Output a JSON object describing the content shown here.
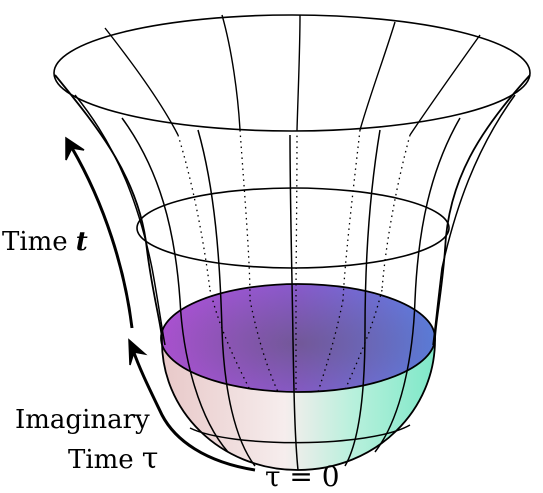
{
  "labels": {
    "time_word": "Time",
    "time_var": "t",
    "imag_line1": "Imaginary",
    "imag_line2_word": "Time",
    "imag_line2_var": "τ",
    "tau_zero": "τ = 0"
  },
  "colors": {
    "stroke": "#000000",
    "cap_left": "#b050d8",
    "cap_mid": "#8a5ad0",
    "cap_right": "#5a7ee0",
    "bowl_left": "#e8c8c8",
    "bowl_center": "#f6eded",
    "bowl_right": "#7ee8c8"
  }
}
